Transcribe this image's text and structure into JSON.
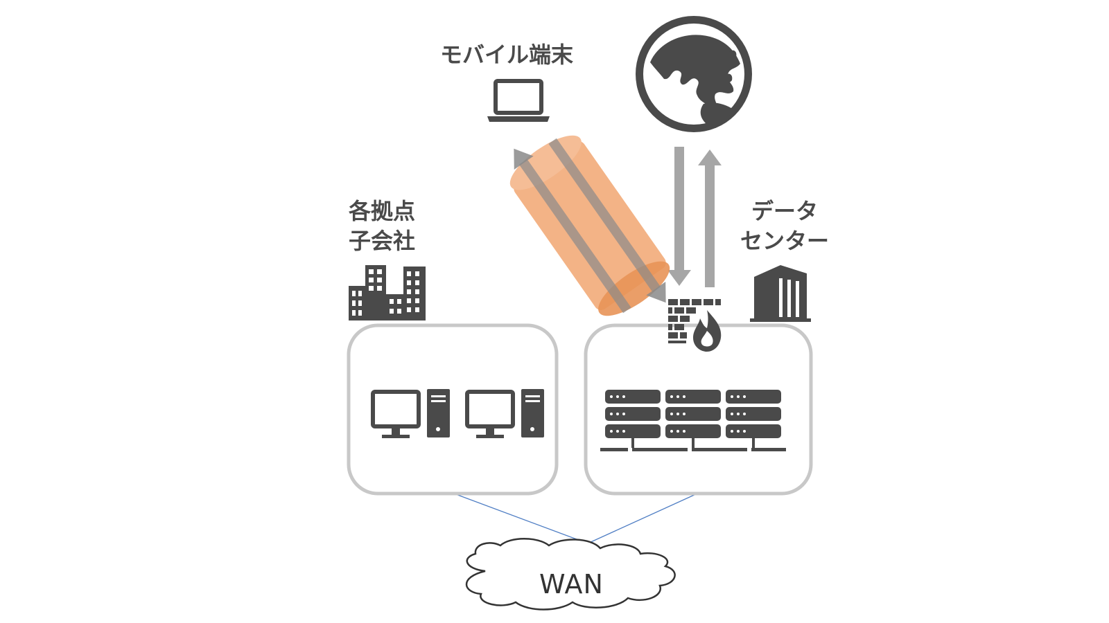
{
  "labels": {
    "mobile": "モバイル端末",
    "branch_line1": "各拠点",
    "branch_line2": "子会社",
    "datacenter_line1": "データ",
    "datacenter_line2": "センター",
    "wan": "WAN"
  },
  "colors": {
    "icon": "#4a4a4a",
    "box_border": "#c8c8c8",
    "arrow": "#a6a6a6",
    "tunnel": "#f0a068",
    "wan_line": "#4f7ec4"
  },
  "icons": {
    "globe": "globe-icon",
    "laptop": "laptop-icon",
    "buildings": "office-buildings-icon",
    "datacenter": "datacenter-building-icon",
    "firewall": "firewall-icon",
    "pc": "desktop-pc-icon",
    "server": "server-rack-icon",
    "cloud": "cloud-icon",
    "vpn": "vpn-tunnel-icon"
  }
}
